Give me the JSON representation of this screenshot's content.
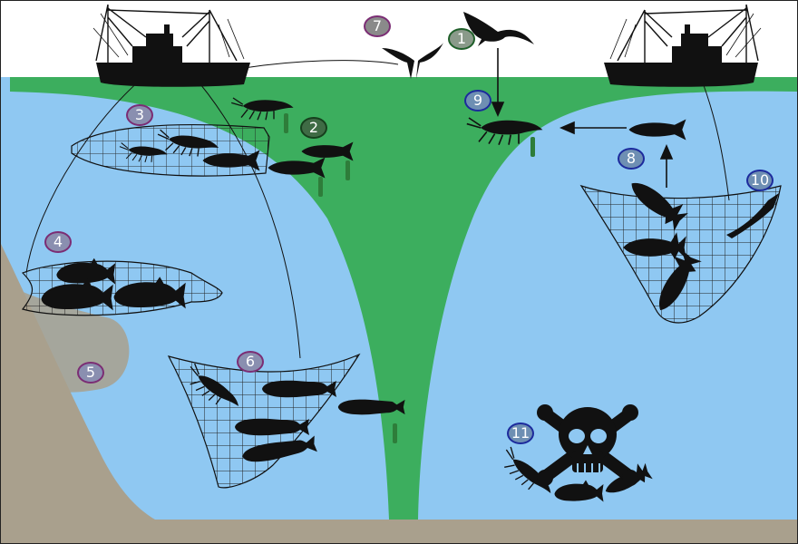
{
  "badges": {
    "b1": "1",
    "b2": "2",
    "b3": "3",
    "b4": "4",
    "b5": "5",
    "b6": "6",
    "b7": "7",
    "b8": "8",
    "b9": "9",
    "b10": "10",
    "b11": "11"
  },
  "colors": {
    "sky": "#ffffff",
    "ocean": "#8fc8f2",
    "green_zone": "#3cae5e",
    "seabed": "#a9a08d",
    "silhouette": "#111111"
  }
}
